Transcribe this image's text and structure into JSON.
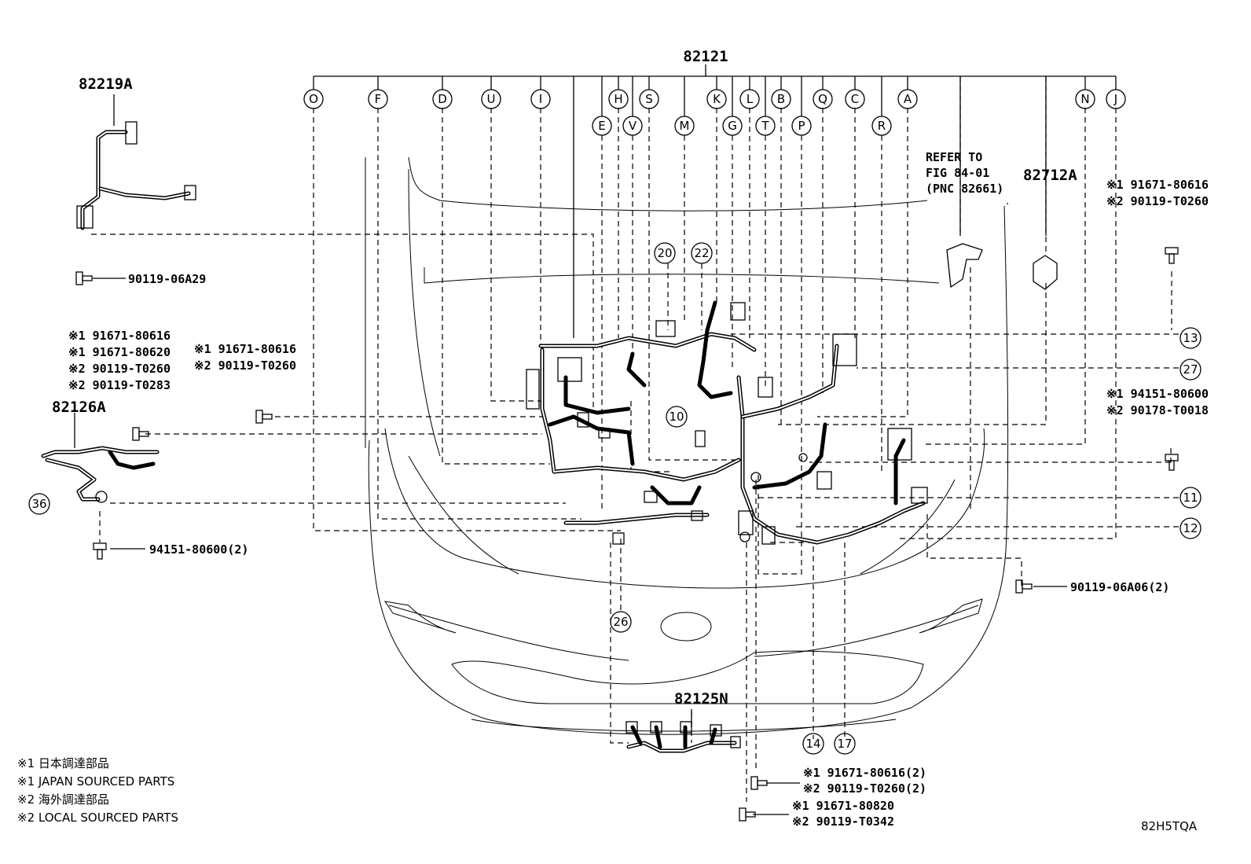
{
  "main_part": "82121",
  "letter_callouts_row1": [
    "O",
    "F",
    "D",
    "U",
    "I",
    "H",
    "S",
    "K",
    "L",
    "B",
    "Q",
    "C",
    "A",
    "N",
    "J"
  ],
  "letter_callouts_row2": [
    "E",
    "V",
    "M",
    "G",
    "T",
    "P",
    "R"
  ],
  "parts": {
    "p82219A": "82219A",
    "p82126A": "82126A",
    "p82712A": "82712A",
    "p82125N": "82125N"
  },
  "refer": {
    "line1": "REFER TO",
    "line2": "FIG 84-01",
    "line3": "(PNC 82661)"
  },
  "fasteners": {
    "f_top_left": "90119-06A29",
    "f_left_group": [
      "※1 91671-80616",
      "※1 91671-80620",
      "※2 90119-T0260",
      "※2 90119-T0283"
    ],
    "f_mid_left": [
      "※1 91671-80616",
      "※2 90119-T0260"
    ],
    "f_bottom_left": "94151-80600(2)",
    "f_right_top": [
      "※1 91671-80616",
      "※2 90119-T0260"
    ],
    "f_right_mid": [
      "※1 94151-80600",
      "※2 90178-T0018"
    ],
    "f_right_low": "90119-06A06(2)",
    "f_bottom_center1": [
      "※1 91671-80616(2)",
      "※2 90119-T0260(2)"
    ],
    "f_bottom_center2": [
      "※1 91671-80820",
      "※2 90119-T0342"
    ]
  },
  "number_callouts": {
    "n20": "20",
    "n22": "22",
    "n10": "10",
    "n13": "13",
    "n27": "27",
    "n11": "11",
    "n12": "12",
    "n26": "26",
    "n14": "14",
    "n17": "17",
    "n36": "36"
  },
  "legend": [
    "※1 日本調達部品",
    "※1 JAPAN SOURCED PARTS",
    "※2 海外調達部品",
    "※2 LOCAL SOURCED PARTS"
  ],
  "figure_code": "82H5TQA"
}
